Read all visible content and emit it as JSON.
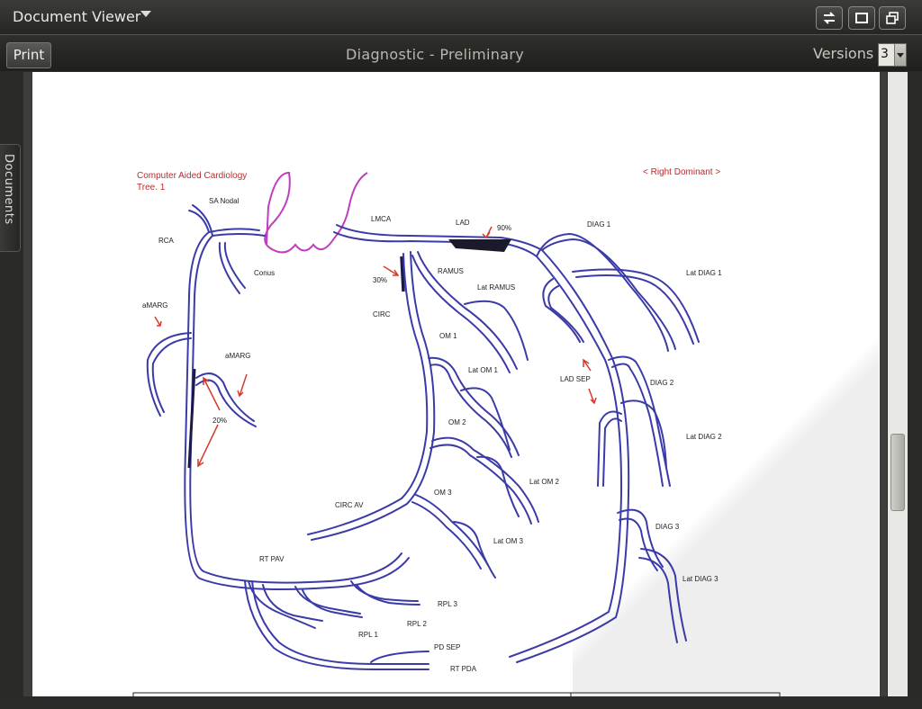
{
  "window": {
    "title": "Document Viewer"
  },
  "toolbar": {
    "print_label": "Print",
    "status": "Diagnostic - Preliminary",
    "versions_label": "Versions",
    "versions_value": "3"
  },
  "sidebar": {
    "documents_tab": "Documents"
  },
  "colors": {
    "vessel": "#3b3ba8",
    "annotation": "#d63a2c",
    "aorta": "#c23cc0"
  },
  "document": {
    "header_left_line1": "Computer Aided Cardiology",
    "header_left_line2": "Tree. 1",
    "header_right": "< Right Dominant >",
    "labels": {
      "sa_nodal": "SA Nodal",
      "rca": "RCA",
      "conus": "Conus",
      "amarg_left": "aMARG",
      "amarg_inner": "aMARG",
      "lmca": "LMCA",
      "lad": "LAD",
      "lad_stenosis": "90%",
      "diag1": "DIAG 1",
      "lat_diag1": "Lat DIAG 1",
      "ramus": "RAMUS",
      "lat_ramus": "Lat RAMUS",
      "circ_stenosis": "30%",
      "circ": "CIRC",
      "om1": "OM 1",
      "lat_om1": "Lat OM 1",
      "lad_sep": "LAD SEP",
      "diag2": "DIAG 2",
      "lat_diag2": "Lat DIAG 2",
      "rca_stenosis": "20%",
      "om2": "OM 2",
      "lat_om2": "Lat OM 2",
      "om3": "OM 3",
      "circ_av": "CIRC AV",
      "diag3": "DIAG 3",
      "lat_om3": "Lat OM 3",
      "lat_diag3": "Lat DIAG 3",
      "rt_pav": "RT PAV",
      "rpl3": "RPL 3",
      "rpl2": "RPL 2",
      "rpl1": "RPL 1",
      "pd_sep": "PD SEP",
      "rt_pda": "RT PDA"
    }
  }
}
